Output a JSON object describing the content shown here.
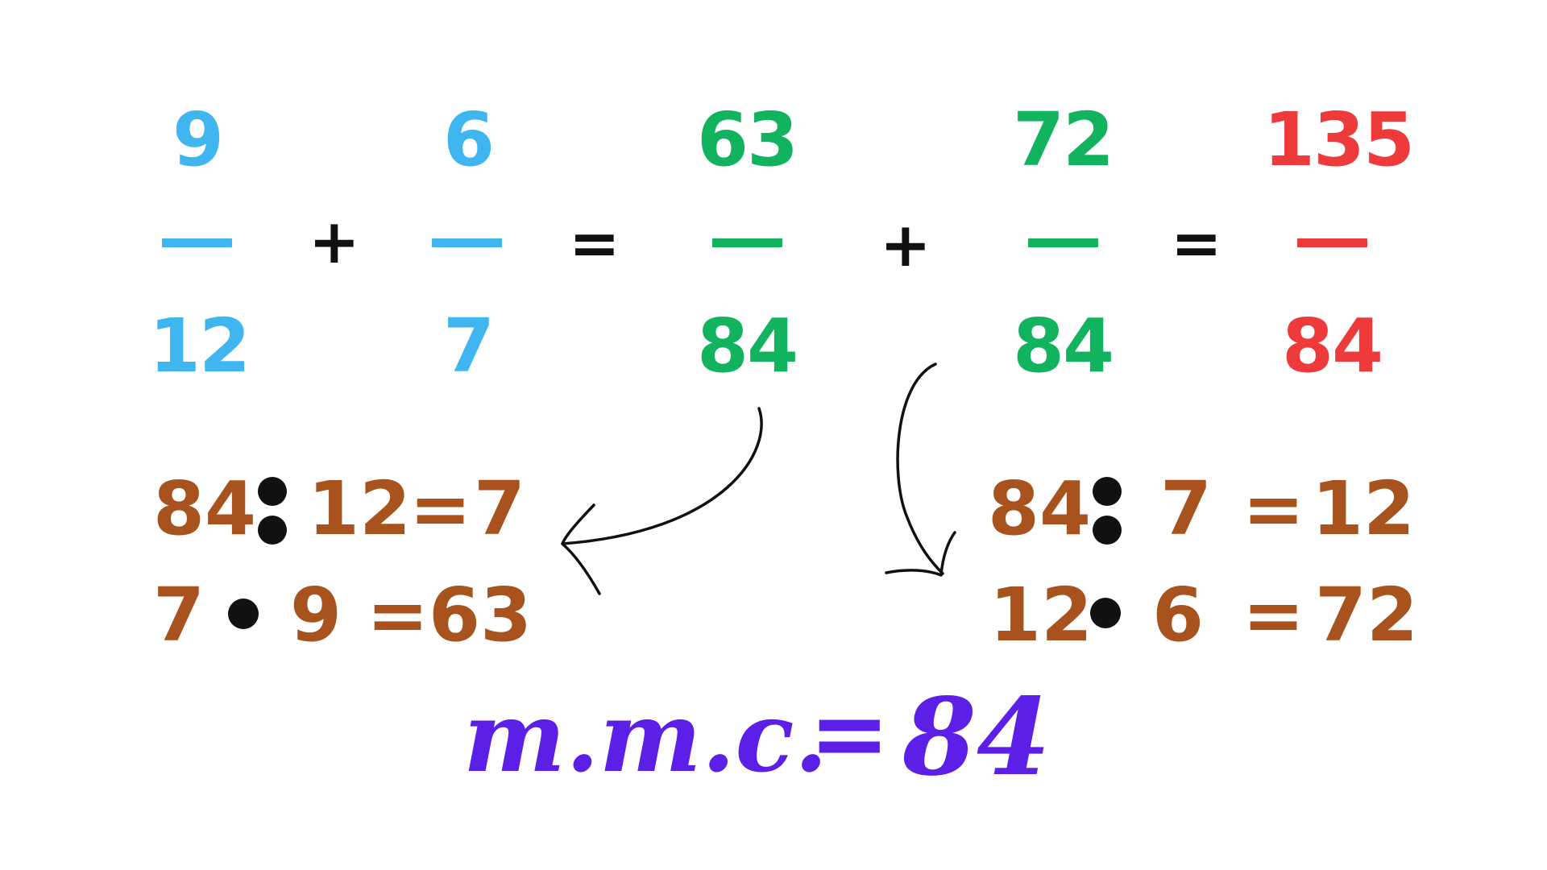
{
  "colors": {
    "blue": "#3fb6f0",
    "green": "#12b35e",
    "red": "#ee3a3a",
    "brown": "#a8521e",
    "black": "#111111",
    "purple": "#5b1fe8"
  },
  "equation": {
    "fraction1": {
      "numerator": "9",
      "denominator": "12"
    },
    "fraction2": {
      "numerator": "6",
      "denominator": "7"
    },
    "fraction3": {
      "numerator": "63",
      "denominator": "84"
    },
    "fraction4": {
      "numerator": "72",
      "denominator": "84"
    },
    "fraction5": {
      "numerator": "135",
      "denominator": "84"
    },
    "plus": "+",
    "equals": "="
  },
  "left_steps": {
    "row1": {
      "a": "84",
      "b": "12",
      "eq": "=",
      "result": "7"
    },
    "row2": {
      "a": "7",
      "b": "9",
      "eq": "=",
      "result": "63"
    }
  },
  "right_steps": {
    "row1": {
      "a": "84",
      "b": "7",
      "eq": "=",
      "result": "12"
    },
    "row2": {
      "a": "12",
      "b": "6",
      "eq": "=",
      "result": "72"
    }
  },
  "conclusion": {
    "label": "m.m.c.",
    "eq": "=",
    "value": "84"
  }
}
